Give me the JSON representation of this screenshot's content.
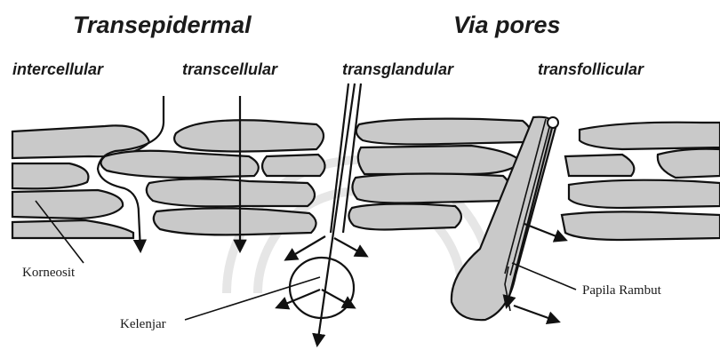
{
  "headings": {
    "transepidermal": "Transepidermal",
    "via_pores": "Via pores"
  },
  "routes": {
    "intercellular": "intercellular",
    "transcellular": "transcellular",
    "transglandular": "transglandular",
    "transfollicular": "transfollicular"
  },
  "labels": {
    "korneosit": "Korneosit",
    "kelenjar": "Kelenjar",
    "papila_rambut": "Papila Rambut"
  },
  "colors": {
    "cell_fill": "#c9c9c9",
    "stroke": "#111111",
    "background": "#ffffff"
  }
}
